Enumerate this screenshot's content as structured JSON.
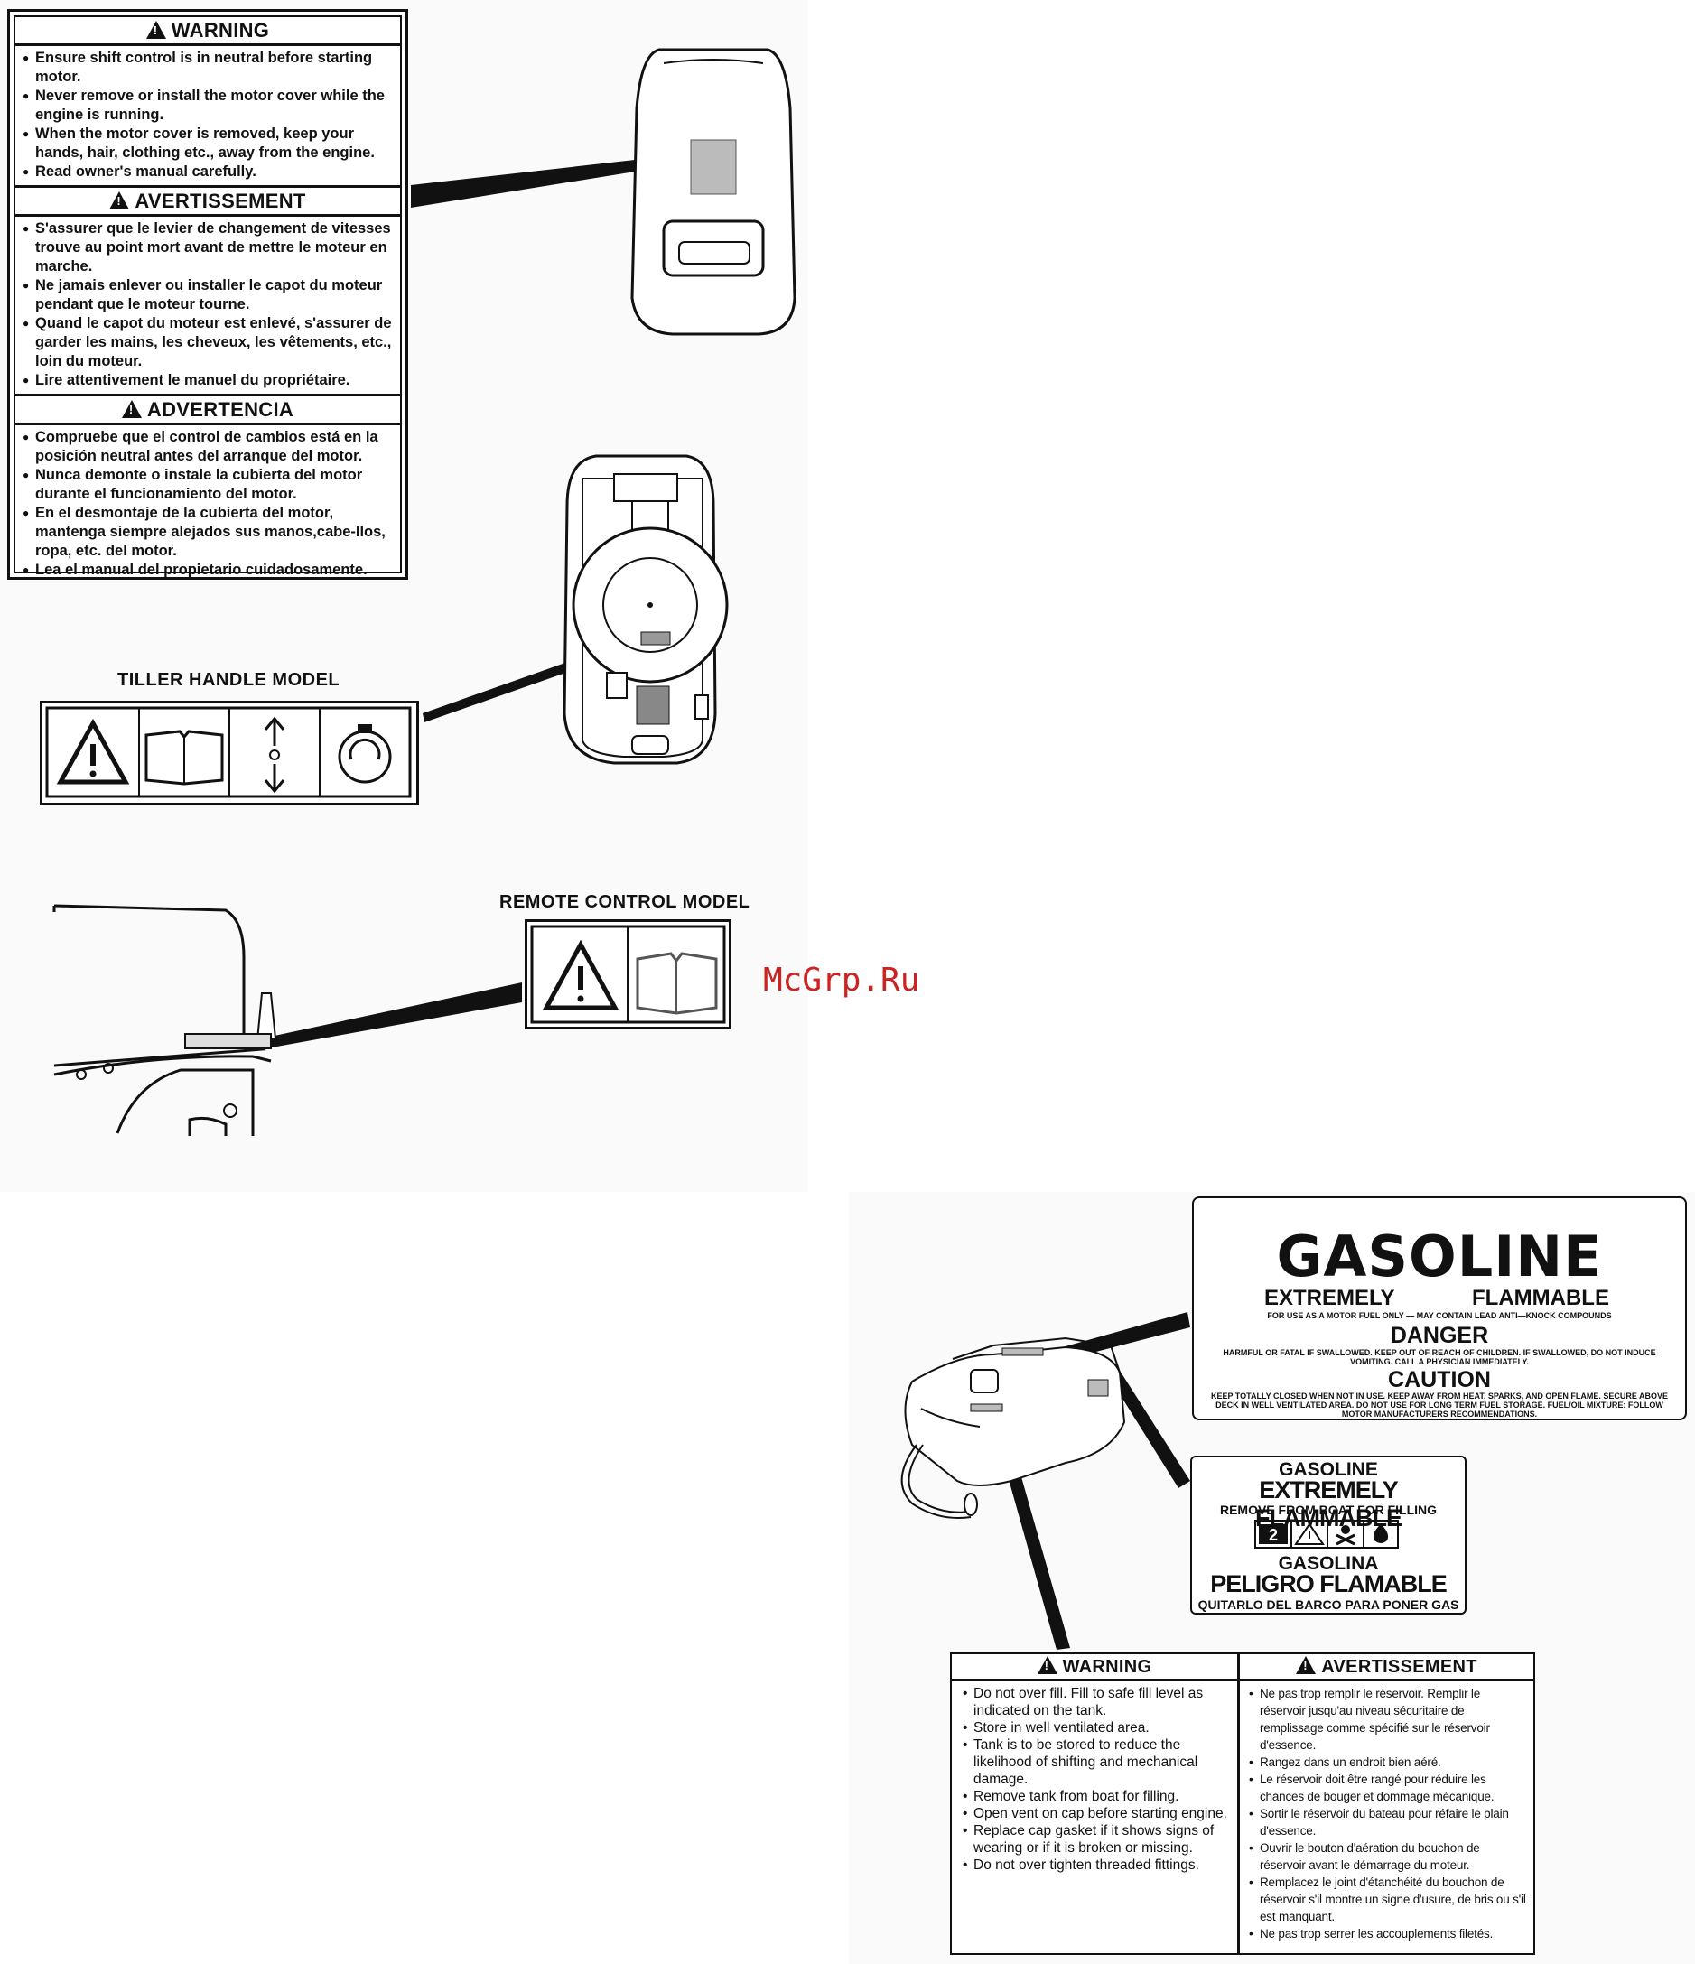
{
  "warning_label": {
    "en_title": "WARNING",
    "en_items": [
      "Ensure shift control is in neutral before starting motor.",
      "Never remove or install the motor cover while the engine is running.",
      "When the motor cover is removed, keep your hands, hair, clothing etc., away from the engine.",
      "Read owner's manual carefully."
    ],
    "fr_title": "AVERTISSEMENT",
    "fr_items": [
      "S'assurer que le levier de changement de vitesses trouve au point mort avant de mettre le moteur en marche.",
      "Ne jamais enlever ou installer le capot du moteur pendant que le moteur tourne.",
      "Quand le capot du moteur est enlevé, s'assurer de garder les mains, les cheveux, les vêtements, etc., loin du moteur.",
      "Lire attentivement le manuel du propriétaire."
    ],
    "es_title": "ADVERTENCIA",
    "es_items": [
      "Compruebe que el control de cambios está en la posición neutral antes del arranque del motor.",
      "Nunca demonte o instale la cubierta del motor durante el funcionamiento del motor.",
      "En el desmontaje de la cubierta del motor, mantenga siempre alejados sus manos,cabe-llos, ropa, etc. del motor.",
      "Lea el manual del propietario cuidadosamente."
    ]
  },
  "tiller": {
    "label": "TILLER HANDLE MODEL"
  },
  "remote": {
    "label": "REMOTE CONTROL MODEL"
  },
  "watermark": "McGrp.Ru",
  "gasoline_label": {
    "title": "GASOLINE",
    "extremely": "EXTREMELY",
    "flammable": "FLAMMABLE",
    "use_note": "FOR USE AS A MOTOR FUEL ONLY — MAY CONTAIN LEAD ANTI—KNOCK COMPOUNDS",
    "danger": "DANGER",
    "danger_text": "HARMFUL OR FATAL IF SWALLOWED. KEEP OUT OF REACH OF CHILDREN. IF SWALLOWED, DO NOT INDUCE VOMITING. CALL A PHYSICIAN IMMEDIATELY.",
    "caution": "CAUTION",
    "caution_text": "KEEP TOTALLY CLOSED WHEN NOT IN USE. KEEP AWAY FROM HEAT, SPARKS, AND OPEN FLAME. SECURE ABOVE DECK IN WELL VENTILATED AREA. DO NOT USE FOR LONG TERM FUEL STORAGE. FUEL/OIL MIXTURE: FOLLOW MOTOR MANUFACTURERS RECOMMENDATIONS."
  },
  "tank_label": {
    "l1": "GASOLINE",
    "l2": "EXTREMELY FLAMMABLE",
    "l3": "REMOVE FROM BOAT FOR FILLING",
    "l4": "GASOLINA",
    "l5": "PELIGRO FLAMABLE",
    "l6": "QUITARLO DEL BARCO PARA PONER GAS"
  },
  "tank_warning": {
    "en_title": "WARNING",
    "en_items": [
      "Do not over fill. Fill to safe fill level as indicated on the tank.",
      "Store in well ventilated area.",
      "Tank is to be stored to reduce the likelihood of shifting and mechanical damage.",
      "Remove tank from boat for filling.",
      "Open vent on cap before starting engine.",
      "Replace cap gasket if it shows signs of wearing or if it is broken or missing.",
      "Do not over tighten threaded fittings."
    ],
    "fr_title": "AVERTISSEMENT",
    "fr_items": [
      "Ne pas trop remplir le réservoir. Remplir le réservoir jusqu'au niveau sécuritaire de remplissage comme spécifié sur le réservoir d'essence.",
      "Rangez dans un endroit bien aéré.",
      "Le réservoir doit être rangé pour réduire les chances de bouger et dommage mécanique.",
      "Sortir le réservoir du bateau pour réfaire le plain d'essence.",
      "Ouvrir le bouton d'aération du bouchon de réservoir avant le démarrage du moteur.",
      "Remplacez le joint d'étanchéité du bouchon de réservoir s'il montre un signe d'usure, de bris ou s'il est manquant.",
      "Ne pas trop serrer les accouplements filetés."
    ]
  }
}
